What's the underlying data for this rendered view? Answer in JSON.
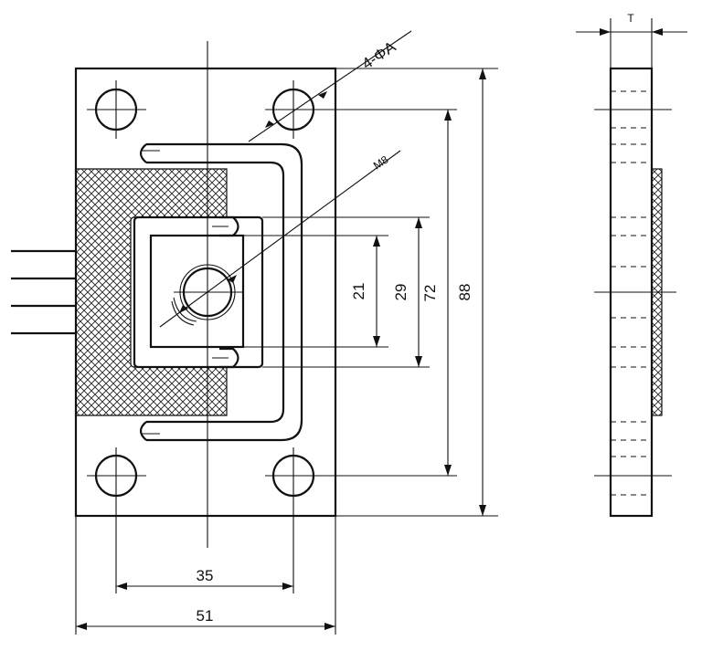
{
  "drawing": {
    "labels": {
      "hole_callout": "4-ΦA",
      "thread_callout": "M8",
      "thickness": "T"
    },
    "dimensions": {
      "d21": "21",
      "d29": "29",
      "d72": "72",
      "d88": "88",
      "d35": "35",
      "d51": "51"
    }
  }
}
